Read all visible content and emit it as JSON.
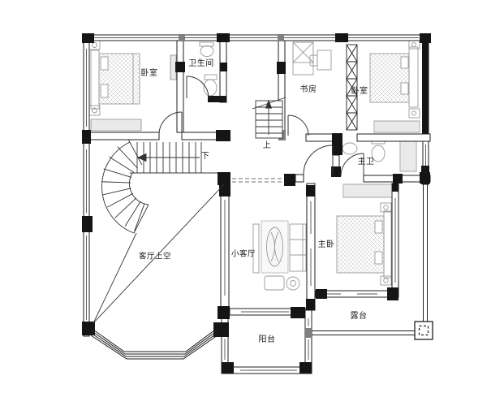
{
  "floor_plan": {
    "rooms": [
      {
        "id": "bedroom-top-left",
        "label": "卧室"
      },
      {
        "id": "bathroom",
        "label": "卫生间"
      },
      {
        "id": "study",
        "label": "书房"
      },
      {
        "id": "bedroom-top-right",
        "label": "卧室"
      },
      {
        "id": "master-bathroom",
        "label": "主卫"
      },
      {
        "id": "master-bedroom",
        "label": "主卧"
      },
      {
        "id": "small-living-room",
        "label": "小客厅"
      },
      {
        "id": "living-room-void",
        "label": "客厅上空"
      },
      {
        "id": "balcony",
        "label": "阳台"
      },
      {
        "id": "terrace",
        "label": "露台"
      }
    ],
    "stairs": {
      "down_label": "下",
      "up_label": "上"
    },
    "colors": {
      "wall_line": "#1f1f1f",
      "column_fill": "#151515",
      "furniture_line": "#9a9a9a",
      "paper": "#ffffff"
    }
  }
}
